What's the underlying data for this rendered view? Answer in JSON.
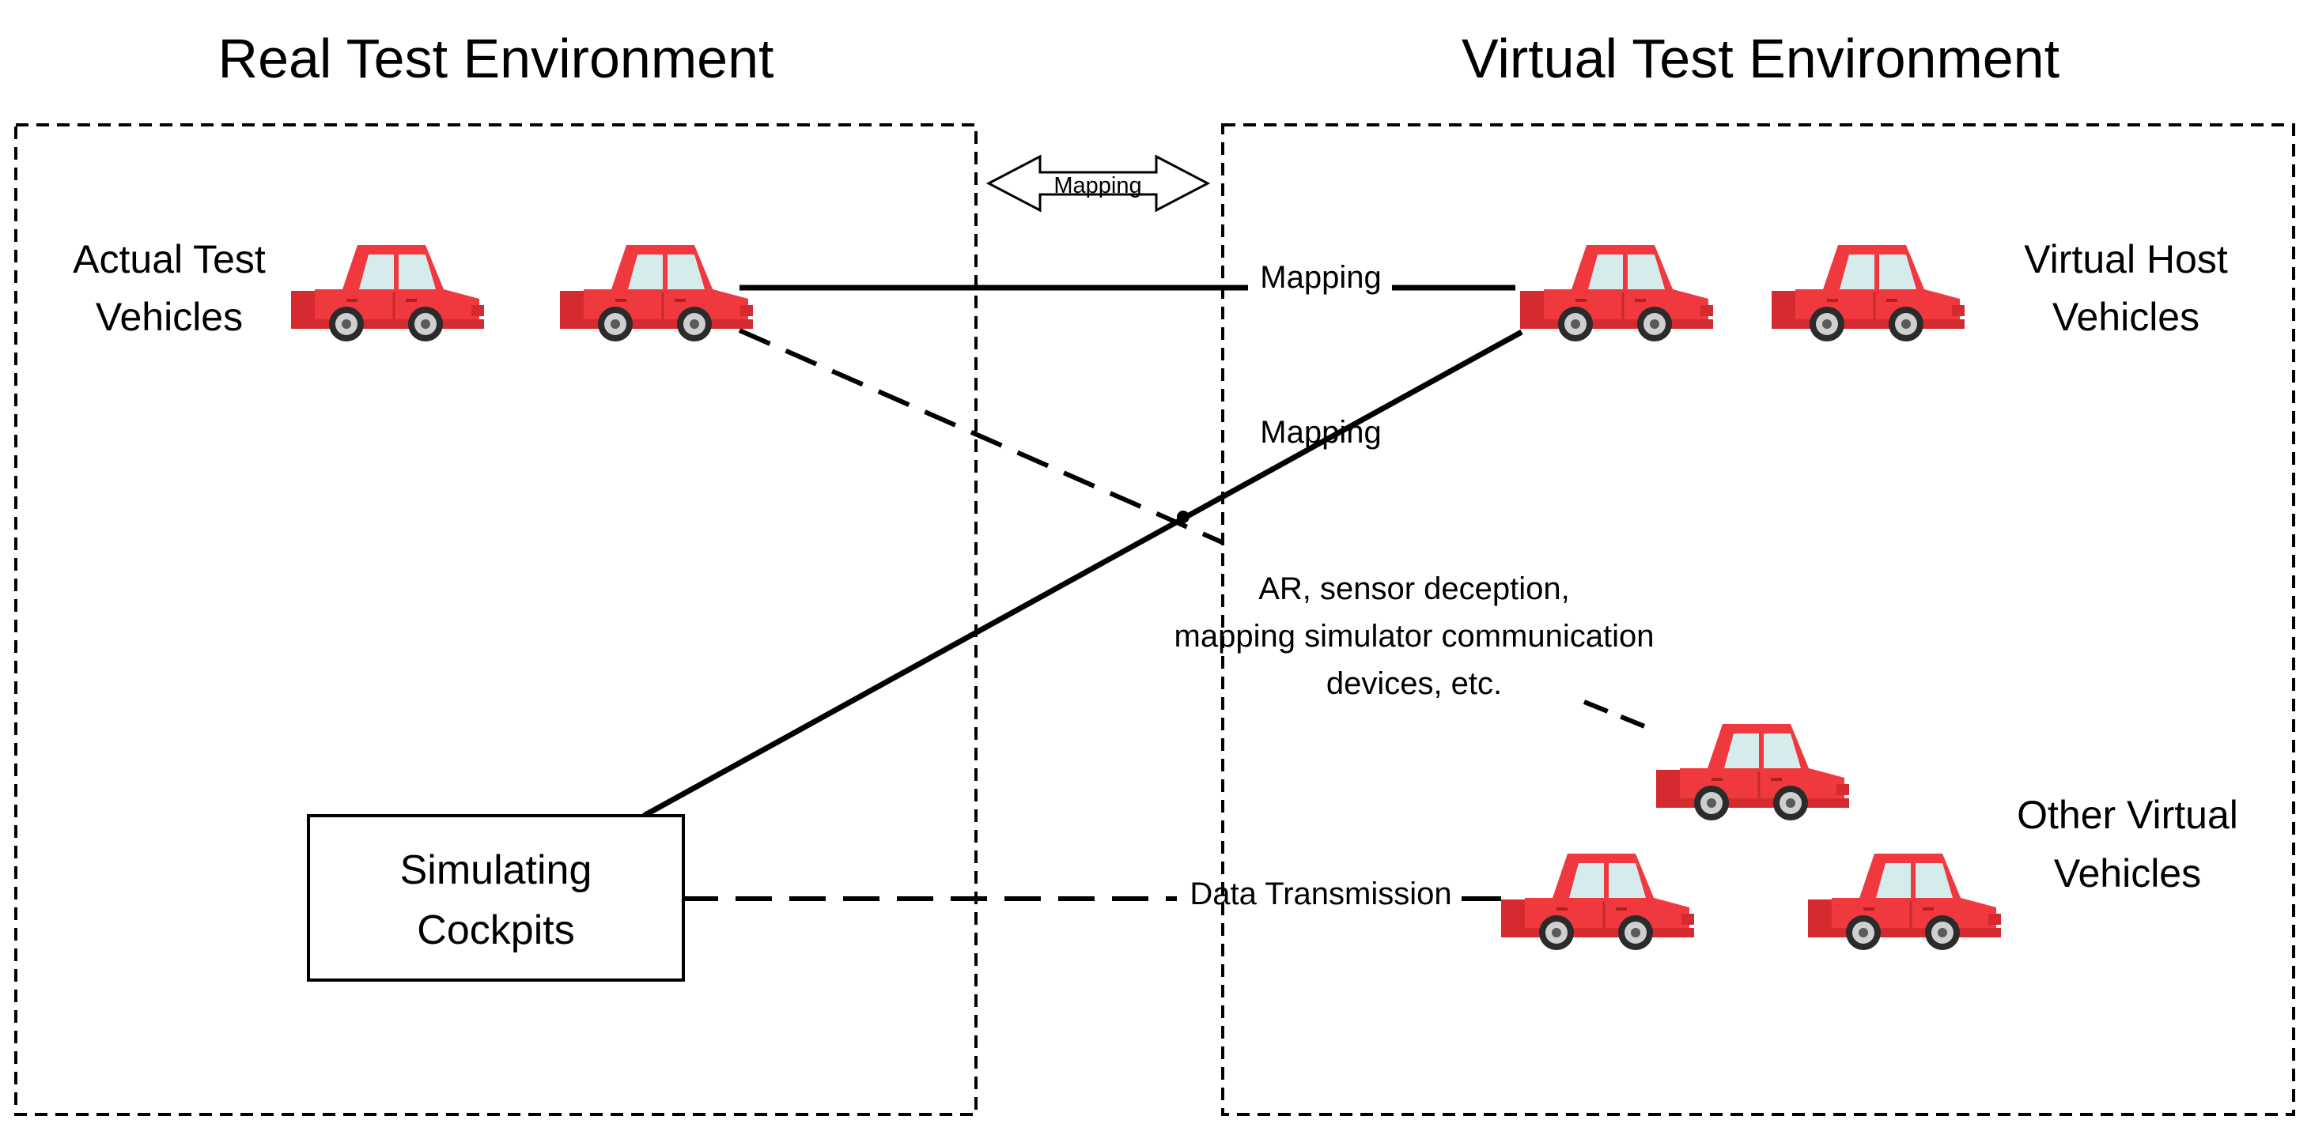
{
  "titles": {
    "real": "Real Test Environment",
    "virtual": "Virtual Test Environment"
  },
  "arrow": {
    "label": "Mapping"
  },
  "groups": {
    "actual_line1": "Actual Test",
    "actual_line2": "Vehicles",
    "virtual_host_line1": "Virtual Host",
    "virtual_host_line2": "Vehicles",
    "other_virtual_line1": "Other Virtual",
    "other_virtual_line2": "Vehicles"
  },
  "connections": {
    "mapping_top": "Mapping",
    "mapping_diagonal": "Mapping",
    "data_transmission": "Data Transmission",
    "ar_line1": "AR, sensor deception,",
    "ar_line2": "mapping simulator communication",
    "ar_line3": "devices, etc."
  },
  "cockpit": {
    "line1": "Simulating",
    "line2": "Cockpits"
  },
  "colors": {
    "car_body": "#f0393f",
    "car_window": "#d6ecec",
    "line": "#000000",
    "background": "#ffffff"
  }
}
